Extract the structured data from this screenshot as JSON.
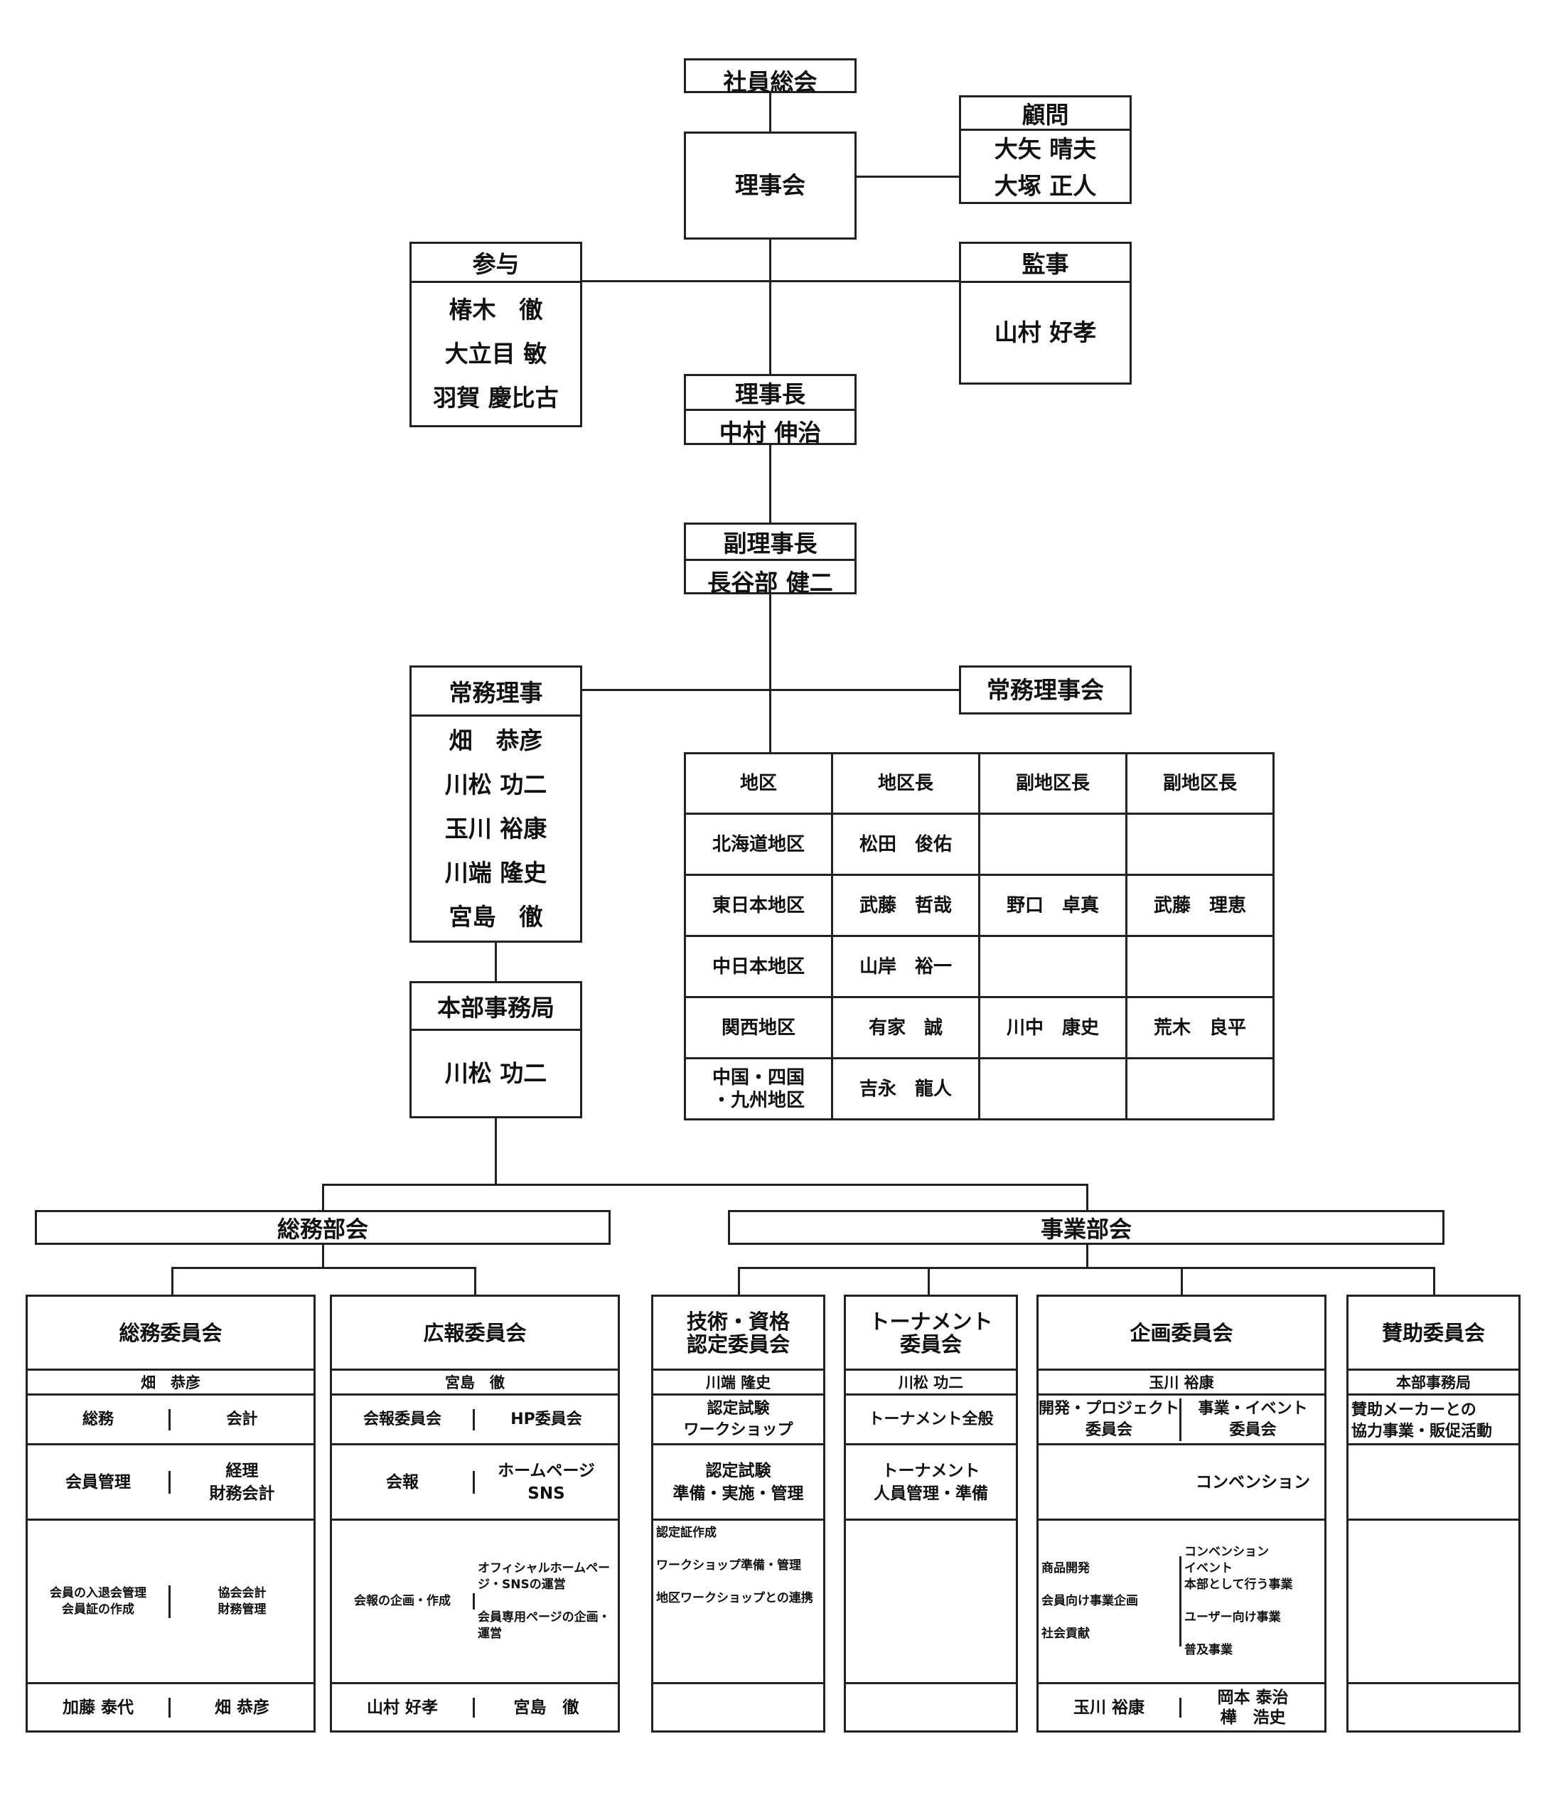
{
  "top": {
    "general_meeting": "社員総会",
    "board": "理事会",
    "advisor": {
      "title": "顧問",
      "names": [
        "大矢 晴夫",
        "大塚 正人"
      ]
    },
    "counselor": {
      "title": "参与",
      "names": [
        "椿木　徹",
        "大立目 敏",
        "羽賀 慶比古"
      ]
    },
    "auditor": {
      "title": "監事",
      "names": [
        "山村 好孝"
      ]
    },
    "chairman": {
      "title": "理事長",
      "name": "中村 伸治"
    },
    "vice_chairman": {
      "title": "副理事長",
      "name": "長谷部 健二"
    },
    "executive_directors": {
      "title": "常務理事",
      "names": [
        "畑　恭彦",
        "川松 功二",
        "玉川 裕康",
        "川端 隆史",
        "宮島　徹"
      ]
    },
    "executive_board": "常務理事会",
    "head_office": {
      "title": "本部事務局",
      "name": "川松 功二"
    }
  },
  "regions": {
    "headers": [
      "地区",
      "地区長",
      "副地区長",
      "副地区長"
    ],
    "rows": [
      [
        "北海道地区",
        "松田　俊佑",
        "",
        ""
      ],
      [
        "東日本地区",
        "武藤　哲哉",
        "野口　卓真",
        "武藤　理恵"
      ],
      [
        "中日本地区",
        "山岸　裕一",
        "",
        ""
      ],
      [
        "関西地区",
        "有家　誠",
        "川中　康史",
        "荒木　良平"
      ],
      [
        "中国・四国\n・九州地区",
        "吉永　龍人",
        "",
        ""
      ]
    ]
  },
  "departments": {
    "general": "総務部会",
    "business": "事業部会"
  },
  "committees": [
    {
      "title": "総務委員会",
      "chair": "畑　恭彦",
      "cols": [
        {
          "r3": "総務",
          "r4": "会員管理",
          "r5": "会員の入退会管理\n会員証の作成",
          "r6": "加藤 泰代"
        },
        {
          "r3": "会計",
          "r4": "経理\n財務会計",
          "r5": "協会会計\n財務管理",
          "r6": "畑 恭彦"
        }
      ]
    },
    {
      "title": "広報委員会",
      "chair": "宮島　徹",
      "cols": [
        {
          "r3": "会報委員会",
          "r4": "会報",
          "r5": "会報の企画・作成",
          "r6": "山村 好孝"
        },
        {
          "r3": "HP委員会",
          "r4": "ホームページ\nSNS",
          "r5": "オフィシャルホームページ・SNSの運営\n\n会員専用ページの企画・運営",
          "r6": "宮島　徹"
        }
      ]
    },
    {
      "title": "技術・資格\n認定委員会",
      "chair": "川端 隆史",
      "cols": [
        {
          "r3": "認定試験\nワークショップ",
          "r4": "認定試験\n準備・実施・管理",
          "r5": "認定証作成\n\nワークショップ準備・管理\n\n地区ワークショップとの連携",
          "r6": ""
        }
      ]
    },
    {
      "title": "トーナメント\n委員会",
      "chair": "川松 功二",
      "cols": [
        {
          "r3": "トーナメント全般",
          "r4": "トーナメント\n人員管理・準備",
          "r5": "",
          "r6": ""
        }
      ]
    },
    {
      "title": "企画委員会",
      "chair": "玉川 裕康",
      "cols": [
        {
          "r3": "開発・プロジェクト\n委員会",
          "r4": "",
          "r5": "商品開発\n\n会員向け事業企画\n\n社会貢献",
          "r6": "玉川 裕康"
        },
        {
          "r3": "事業・イベント\n委員会",
          "r4": "コンベンション",
          "r5": "コンベンション\nイベント\n本部として行う事業\n\nユーザー向け事業\n\n普及事業",
          "r6": "岡本 泰治\n樺　浩史"
        }
      ]
    },
    {
      "title": "賛助委員会",
      "chair": "本部事務局",
      "cols": [
        {
          "r3": "賛助メーカーとの\n協力事業・販促活動",
          "r4": "",
          "r5": "",
          "r6": ""
        }
      ]
    }
  ]
}
